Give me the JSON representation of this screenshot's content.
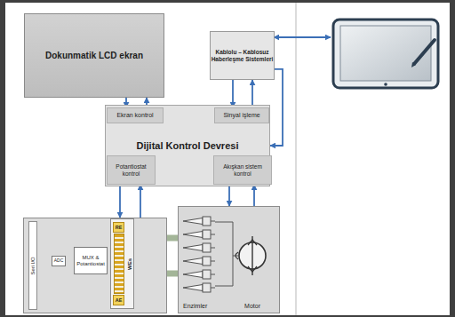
{
  "diagram": {
    "nodes": [
      {
        "text": [
          "Dokunmatik LCD ekran"
        ]
      },
      {
        "text": [
          "Kablolu – Kablosuz Haberleşme Sistemleri"
        ]
      },
      {
        "text": [
          "Dijital Kontrol Devresi"
        ]
      },
      {
        "text": [
          "Ekran kontrol"
        ],
        "in": 2
      },
      {
        "text": [
          "Sinyal işleme"
        ],
        "in": 2
      },
      {
        "text": [
          "Potantiostat kontrol"
        ],
        "in": 2
      },
      {
        "text": [
          "Akışkan sistem kontrol"
        ],
        "in": 2
      },
      {
        "text": []
      },
      {
        "text": [
          "Seri I/O"
        ],
        "in": 7
      },
      {
        "text": [
          "ADC"
        ],
        "in": 7
      },
      {
        "text": [
          "MUX & Potantiostat"
        ],
        "in": 7
      },
      {
        "text": [
          "WEs"
        ],
        "in": 7
      },
      {
        "text": [
          "RE"
        ],
        "in": 11
      },
      {
        "text": [
          "AE"
        ],
        "in": 11
      },
      {
        "text": [
          "Enzimler",
          "Motor"
        ]
      }
    ],
    "edges": [
      {
        "from": 0,
        "to": 3,
        "arrow": "to"
      },
      {
        "from": 3,
        "to": 0,
        "arrow": "to"
      },
      {
        "from": 1,
        "to": 4,
        "arrow": "to"
      },
      {
        "from": 4,
        "to": 1,
        "arrow": "to"
      },
      {
        "from": 1,
        "to": 2,
        "arrow": "to"
      },
      {
        "from": 5,
        "to": 7,
        "arrow": "to"
      },
      {
        "from": 7,
        "to": 5,
        "arrow": "to"
      },
      {
        "from": 6,
        "to": 14,
        "arrow": "to"
      },
      {
        "from": 14,
        "to": 6,
        "arrow": "to"
      },
      {
        "from": 10,
        "to": 9,
        "arrow": "to"
      },
      {
        "from": 9,
        "to": 8,
        "arrow": "to"
      },
      {
        "from": 11,
        "to": 10,
        "arrow": "none"
      },
      {
        "from": 14,
        "to": 11,
        "arrow": "to"
      },
      {
        "from": 14,
        "to": 11,
        "arrow": "to"
      }
    ]
  }
}
